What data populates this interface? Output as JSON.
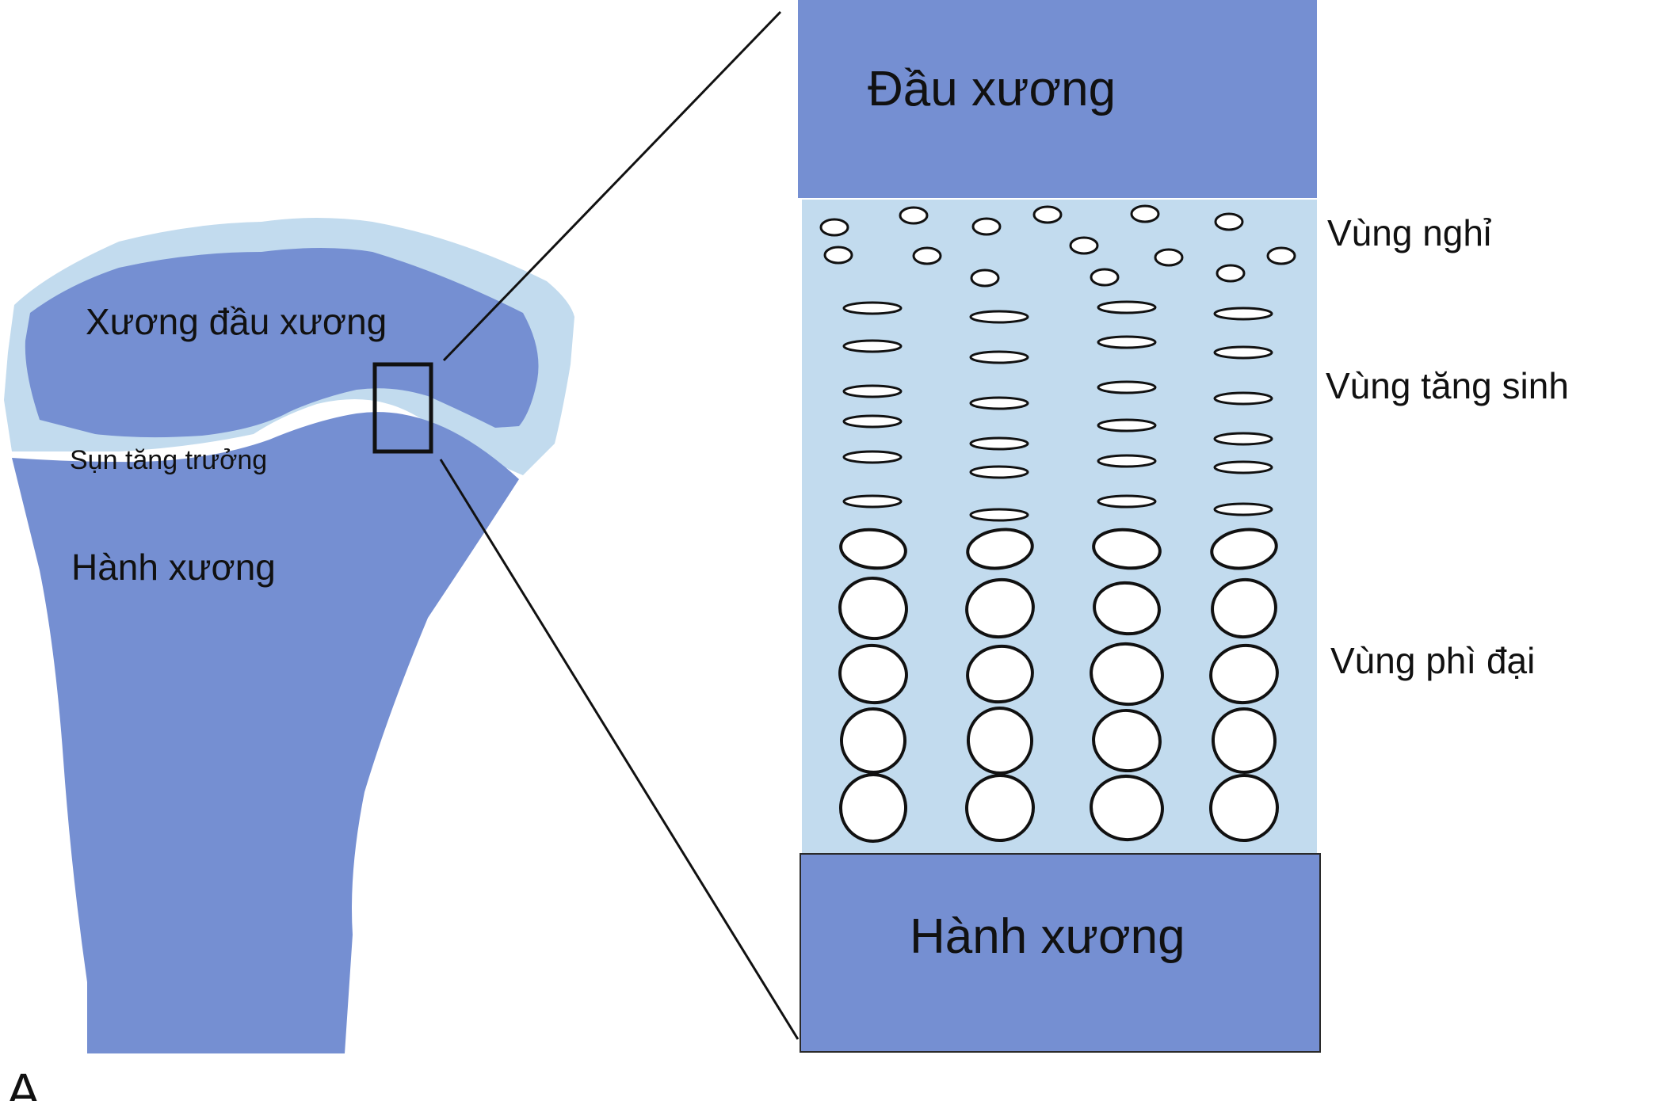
{
  "colors": {
    "bone": "#758fd2",
    "cartilage": "#c2dbee",
    "outline": "#111111",
    "cell_fill": "#ffffff",
    "background": "#ffffff"
  },
  "bone_overview": {
    "labels": {
      "epiphysis_bone": "Xương đầu xương",
      "growth_plate": "Sụn tăng trưởng",
      "metaphysis": "Hành xương"
    },
    "panel_letter": "A"
  },
  "zoom_view": {
    "top_block_label": "Đầu xương",
    "bottom_block_label": "Hành xương",
    "zones": {
      "resting": "Vùng nghỉ",
      "proliferative": "Vùng tăng sinh",
      "hypertrophic": "Vùng phì đại"
    }
  }
}
